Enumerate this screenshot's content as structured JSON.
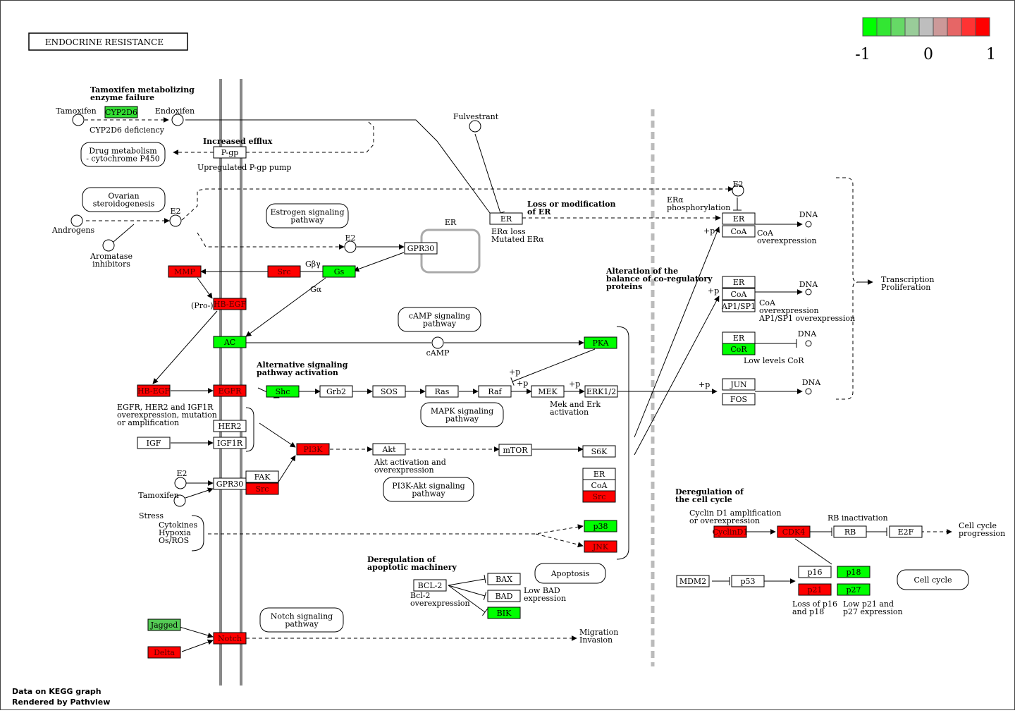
{
  "title": "ENDOCRINE RESISTANCE",
  "legend": {
    "colors": [
      "#00ff00",
      "#33e633",
      "#66d966",
      "#99cc99",
      "#bebebe",
      "#cc9999",
      "#e66666",
      "#ff3333",
      "#ff0000"
    ],
    "min_label": "-1",
    "mid_label": "0",
    "max_label": "1"
  },
  "footer": {
    "line1": "Data on KEGG graph",
    "line2": "Rendered by Pathview"
  },
  "colors": {
    "up": "#ff0000",
    "down": "#00ff00",
    "jagged": "#55cc55",
    "neutral": "#ffffff",
    "membrane": "#888888",
    "dashed_divider": "#bbbbbb"
  },
  "genes": [
    {
      "id": "CYP2D6",
      "label": "CYP2D6",
      "color": "#33dd33"
    },
    {
      "id": "Pgp",
      "label": "P-gp",
      "color": "#ffffff"
    },
    {
      "id": "ER_top",
      "label": "ER",
      "color": "#ffffff"
    },
    {
      "id": "GPR30_top",
      "label": "GPR30",
      "color": "#ffffff"
    },
    {
      "id": "MMP",
      "label": "MMP",
      "color": "#ff0000"
    },
    {
      "id": "Src_top",
      "label": "Src",
      "color": "#ff0000"
    },
    {
      "id": "Gs",
      "label": "Gs",
      "color": "#00ff00"
    },
    {
      "id": "HBEGF_pro",
      "label": "HB-EGF",
      "color": "#ff0000"
    },
    {
      "id": "AC",
      "label": "AC",
      "color": "#00ff00"
    },
    {
      "id": "PKA",
      "label": "PKA",
      "color": "#00ff00"
    },
    {
      "id": "HBEGF",
      "label": "HB-EGF",
      "color": "#ff0000"
    },
    {
      "id": "EGFR",
      "label": "EGFR",
      "color": "#ff0000"
    },
    {
      "id": "Shc",
      "label": "Shc",
      "color": "#00ff00"
    },
    {
      "id": "Grb2",
      "label": "Grb2",
      "color": "#ffffff"
    },
    {
      "id": "SOS",
      "label": "SOS",
      "color": "#ffffff"
    },
    {
      "id": "Ras",
      "label": "Ras",
      "color": "#ffffff"
    },
    {
      "id": "Raf",
      "label": "Raf",
      "color": "#ffffff"
    },
    {
      "id": "MEK",
      "label": "MEK",
      "color": "#ffffff"
    },
    {
      "id": "ERK",
      "label": "ERK1/2",
      "color": "#ffffff"
    },
    {
      "id": "HER2",
      "label": "HER2",
      "color": "#ffffff"
    },
    {
      "id": "IGF",
      "label": "IGF",
      "color": "#ffffff"
    },
    {
      "id": "IGF1R",
      "label": "IGF1R",
      "color": "#ffffff"
    },
    {
      "id": "PI3K",
      "label": "PI3K",
      "color": "#ff0000"
    },
    {
      "id": "Akt",
      "label": "Akt",
      "color": "#ffffff"
    },
    {
      "id": "mTOR",
      "label": "mTOR",
      "color": "#ffffff"
    },
    {
      "id": "S6K",
      "label": "S6K",
      "color": "#ffffff"
    },
    {
      "id": "ER_mid",
      "label": "ER",
      "color": "#ffffff"
    },
    {
      "id": "CoA_mid",
      "label": "CoA",
      "color": "#ffffff"
    },
    {
      "id": "Src_mid",
      "label": "Src",
      "color": "#ff0000"
    },
    {
      "id": "GPR30_low",
      "label": "GPR30",
      "color": "#ffffff"
    },
    {
      "id": "FAK",
      "label": "FAK",
      "color": "#ffffff"
    },
    {
      "id": "Src_low",
      "label": "Src",
      "color": "#ff0000"
    },
    {
      "id": "p38",
      "label": "p38",
      "color": "#00ff00"
    },
    {
      "id": "JNK",
      "label": "JNK",
      "color": "#ff0000"
    },
    {
      "id": "BCL2",
      "label": "BCL-2",
      "color": "#ffffff"
    },
    {
      "id": "BAX",
      "label": "BAX",
      "color": "#ffffff"
    },
    {
      "id": "BAD",
      "label": "BAD",
      "color": "#ffffff"
    },
    {
      "id": "BIK",
      "label": "BIK",
      "color": "#00ff00"
    },
    {
      "id": "Jagged",
      "label": "Jagged",
      "color": "#55cc55"
    },
    {
      "id": "Delta",
      "label": "Delta",
      "color": "#ff0000"
    },
    {
      "id": "Notch",
      "label": "Notch",
      "color": "#ff0000"
    },
    {
      "id": "ER_r1",
      "label": "ER",
      "color": "#ffffff"
    },
    {
      "id": "CoA_r1",
      "label": "CoA",
      "color": "#ffffff"
    },
    {
      "id": "ER_r2",
      "label": "ER",
      "color": "#ffffff"
    },
    {
      "id": "CoA_r2",
      "label": "CoA",
      "color": "#ffffff"
    },
    {
      "id": "AP1SP1",
      "label": "AP1/SP1",
      "color": "#ffffff"
    },
    {
      "id": "ER_r3",
      "label": "ER",
      "color": "#ffffff"
    },
    {
      "id": "CoR",
      "label": "CoR",
      "color": "#00ff00"
    },
    {
      "id": "JUN",
      "label": "JUN",
      "color": "#ffffff"
    },
    {
      "id": "FOS",
      "label": "FOS",
      "color": "#ffffff"
    },
    {
      "id": "CyclinD1",
      "label": "CyclinD1",
      "color": "#ff0000"
    },
    {
      "id": "CDK4",
      "label": "CDK4",
      "color": "#ff0000"
    },
    {
      "id": "RB",
      "label": "RB",
      "color": "#ffffff"
    },
    {
      "id": "E2F",
      "label": "E2F",
      "color": "#ffffff"
    },
    {
      "id": "MDM2",
      "label": "MDM2",
      "color": "#ffffff"
    },
    {
      "id": "p53",
      "label": "p53",
      "color": "#ffffff"
    },
    {
      "id": "p16",
      "label": "p16",
      "color": "#ffffff"
    },
    {
      "id": "p18",
      "label": "p18",
      "color": "#00ff00"
    },
    {
      "id": "p21",
      "label": "p21",
      "color": "#ff0000"
    },
    {
      "id": "p27",
      "label": "p27",
      "color": "#00ff00"
    }
  ],
  "maps": [
    {
      "id": "drug_metabolism",
      "lines": [
        "Drug metabolism",
        "- cytochrome P450"
      ]
    },
    {
      "id": "ovarian",
      "lines": [
        "Ovarian",
        "steroidogenesis"
      ]
    },
    {
      "id": "estrogen",
      "lines": [
        "Estrogen signaling",
        "pathway"
      ]
    },
    {
      "id": "camp",
      "lines": [
        "cAMP signaling",
        "pathway"
      ]
    },
    {
      "id": "mapk",
      "lines": [
        "MAPK signaling",
        "pathway"
      ]
    },
    {
      "id": "pi3k",
      "lines": [
        "PI3K-Akt signaling",
        "pathway"
      ]
    },
    {
      "id": "apoptosis",
      "lines": [
        "Apoptosis"
      ]
    },
    {
      "id": "notch",
      "lines": [
        "Notch signaling",
        "pathway"
      ]
    },
    {
      "id": "cellcycle",
      "lines": [
        "Cell cycle"
      ]
    }
  ],
  "compounds": [
    {
      "id": "tamoxifen_top",
      "label": "Tamoxifen"
    },
    {
      "id": "endoxifen",
      "label": "Endoxifen"
    },
    {
      "id": "fulvestrant",
      "label": "Fulvestrant"
    },
    {
      "id": "androgens",
      "label": "Androgens"
    },
    {
      "id": "aromatase",
      "label": "Aromatase inhibitors"
    },
    {
      "id": "e2_a",
      "label": "E2"
    },
    {
      "id": "e2_b",
      "label": "E2"
    },
    {
      "id": "e2_c",
      "label": "E2"
    },
    {
      "id": "e2_d",
      "label": "E2"
    },
    {
      "id": "camp",
      "label": "cAMP"
    },
    {
      "id": "tamoxifen_low",
      "label": "Tamoxifen"
    },
    {
      "id": "dna1",
      "label": "DNA"
    },
    {
      "id": "dna2",
      "label": "DNA"
    },
    {
      "id": "dna3",
      "label": "DNA"
    },
    {
      "id": "dna4",
      "label": "DNA"
    }
  ],
  "headings": [
    {
      "id": "tamoxifen_failure",
      "lines": [
        "Tamoxifen metabolizing",
        "enzyme failure"
      ]
    },
    {
      "id": "efflux",
      "lines": [
        "Increased efflux"
      ]
    },
    {
      "id": "loss_er",
      "lines": [
        "Loss or modification",
        "of ER"
      ]
    },
    {
      "id": "alt_signaling",
      "lines": [
        "Alternative signaling",
        "pathway activation"
      ]
    },
    {
      "id": "alteration",
      "lines": [
        "Alteration of the",
        "balance of co-regulatory",
        "proteins"
      ]
    },
    {
      "id": "apoptotic",
      "lines": [
        "Deregulation of",
        "apoptotic machinery"
      ]
    },
    {
      "id": "cellcycle_dereg",
      "lines": [
        "Deregulation of",
        "the cell cycle"
      ]
    }
  ],
  "notes": [
    {
      "id": "cyp_def",
      "lines": [
        "CYP2D6 deficiency"
      ]
    },
    {
      "id": "pgp_note",
      "lines": [
        "Upregulated P-gp pump"
      ]
    },
    {
      "id": "er_label",
      "lines": [
        "ER"
      ]
    },
    {
      "id": "er_loss",
      "lines": [
        "ERα loss",
        "Mutated ERα"
      ]
    },
    {
      "id": "gbg",
      "lines": [
        "Gβγ"
      ]
    },
    {
      "id": "ga",
      "lines": [
        "Gα"
      ]
    },
    {
      "id": "pro",
      "lines": [
        "(Pro-)"
      ]
    },
    {
      "id": "egfr_note",
      "lines": [
        "EGFR, HER2 and IGF1R",
        "overexpression, mutation",
        "or amplification"
      ]
    },
    {
      "id": "mek_note",
      "lines": [
        "Mek and Erk",
        "activation"
      ]
    },
    {
      "id": "akt_note",
      "lines": [
        "Akt activation and",
        "overexpression"
      ]
    },
    {
      "id": "stress",
      "lines": [
        "Stress"
      ]
    },
    {
      "id": "stress_list",
      "lines": [
        "Cytokines",
        "Hypoxia",
        "Os/ROS"
      ]
    },
    {
      "id": "bcl2_note",
      "lines": [
        "Bcl-2",
        "overexpression"
      ]
    },
    {
      "id": "lowbad",
      "lines": [
        "Low BAD",
        "expression"
      ]
    },
    {
      "id": "migration",
      "lines": [
        "Migration",
        "Invasion"
      ]
    },
    {
      "id": "era_phos",
      "lines": [
        "ERα",
        "phosphorylation"
      ]
    },
    {
      "id": "coa_over1",
      "lines": [
        "CoA",
        "overexpression"
      ]
    },
    {
      "id": "coa_over2",
      "lines": [
        "CoA",
        "overexpression",
        "AP1/SP1 overexpression"
      ]
    },
    {
      "id": "low_cor",
      "lines": [
        "Low levels CoR"
      ]
    },
    {
      "id": "transcription",
      "lines": [
        "Transcription",
        "Proliferation"
      ]
    },
    {
      "id": "cyclin_note",
      "lines": [
        "Cyclin D1 amplification",
        "or overexpression"
      ]
    },
    {
      "id": "rb_inact",
      "lines": [
        "RB inactivation"
      ]
    },
    {
      "id": "cc_prog",
      "lines": [
        "Cell cycle",
        "progression"
      ]
    },
    {
      "id": "loss_p16",
      "lines": [
        "Loss of p16",
        "and p18"
      ]
    },
    {
      "id": "low_p21",
      "lines": [
        "Low p21 and",
        "p27 expression"
      ]
    },
    {
      "id": "p_mek",
      "lines": [
        "+p"
      ]
    },
    {
      "id": "p_erk",
      "lines": [
        "+p"
      ]
    },
    {
      "id": "p_raf",
      "lines": [
        "+p"
      ]
    },
    {
      "id": "p_er1",
      "lines": [
        "+p"
      ]
    },
    {
      "id": "p_er2",
      "lines": [
        "+p"
      ]
    },
    {
      "id": "p_jun",
      "lines": [
        "+p"
      ]
    }
  ]
}
